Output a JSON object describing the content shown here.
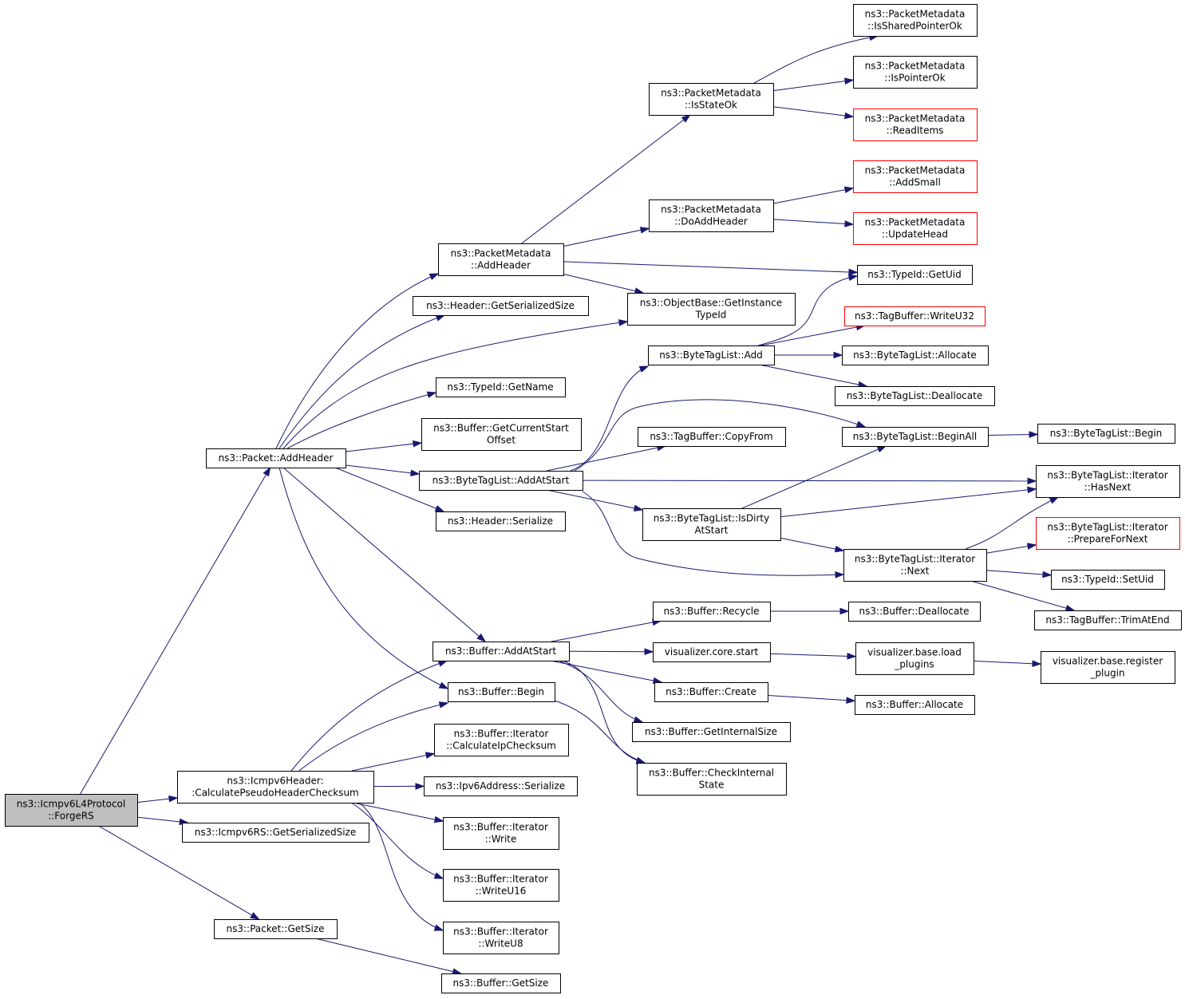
{
  "colors": {
    "edge": "#191970",
    "node_border": "#000000",
    "node_border_truncated": "#ff0000",
    "root_fill": "#bfbfbf"
  },
  "nodes": [
    {
      "id": "forgers",
      "lines": [
        "ns3::Icmpv6L4Protocol",
        "::ForgeRS"
      ],
      "style": "root"
    },
    {
      "id": "pkt_addheader",
      "lines": [
        "ns3::Packet::AddHeader"
      ],
      "style": "normal"
    },
    {
      "id": "calcpseudo",
      "lines": [
        "ns3::Icmpv6Header:",
        ":CalculatePseudoHeaderChecksum"
      ],
      "style": "normal"
    },
    {
      "id": "rs_getsersize",
      "lines": [
        "ns3::Icmpv6RS::GetSerializedSize"
      ],
      "style": "normal"
    },
    {
      "id": "pkt_getsize",
      "lines": [
        "ns3::Packet::GetSize"
      ],
      "style": "normal"
    },
    {
      "id": "pm_addheader",
      "lines": [
        "ns3::PacketMetadata",
        "::AddHeader"
      ],
      "style": "normal"
    },
    {
      "id": "hdr_getsersize",
      "lines": [
        "ns3::Header::GetSerializedSize"
      ],
      "style": "normal"
    },
    {
      "id": "typeid_getname",
      "lines": [
        "ns3::TypeId::GetName"
      ],
      "style": "normal"
    },
    {
      "id": "buf_getcurstart",
      "lines": [
        "ns3::Buffer::GetCurrentStart",
        "Offset"
      ],
      "style": "normal"
    },
    {
      "id": "btl_addatstart",
      "lines": [
        "ns3::ByteTagList::AddAtStart"
      ],
      "style": "normal"
    },
    {
      "id": "hdr_serialize",
      "lines": [
        "ns3::Header::Serialize"
      ],
      "style": "normal"
    },
    {
      "id": "buf_addatstart",
      "lines": [
        "ns3::Buffer::AddAtStart"
      ],
      "style": "normal"
    },
    {
      "id": "buf_begin",
      "lines": [
        "ns3::Buffer::Begin"
      ],
      "style": "normal"
    },
    {
      "id": "it_calcip",
      "lines": [
        "ns3::Buffer::Iterator",
        "::CalculateIpChecksum"
      ],
      "style": "normal"
    },
    {
      "id": "ipv6_serialize",
      "lines": [
        "ns3::Ipv6Address::Serialize"
      ],
      "style": "normal"
    },
    {
      "id": "it_write",
      "lines": [
        "ns3::Buffer::Iterator",
        "::Write"
      ],
      "style": "normal"
    },
    {
      "id": "it_writeu16",
      "lines": [
        "ns3::Buffer::Iterator",
        "::WriteU16"
      ],
      "style": "normal"
    },
    {
      "id": "it_writeu8",
      "lines": [
        "ns3::Buffer::Iterator",
        "::WriteU8"
      ],
      "style": "normal"
    },
    {
      "id": "buf_getsize",
      "lines": [
        "ns3::Buffer::GetSize"
      ],
      "style": "normal"
    },
    {
      "id": "pm_isstateok",
      "lines": [
        "ns3::PacketMetadata",
        "::IsStateOk"
      ],
      "style": "normal"
    },
    {
      "id": "pm_doaddheader",
      "lines": [
        "ns3::PacketMetadata",
        "::DoAddHeader"
      ],
      "style": "normal"
    },
    {
      "id": "ob_getinst",
      "lines": [
        "ns3::ObjectBase::GetInstance",
        "TypeId"
      ],
      "style": "normal"
    },
    {
      "id": "btl_add",
      "lines": [
        "ns3::ByteTagList::Add"
      ],
      "style": "normal"
    },
    {
      "id": "tb_copyfrom",
      "lines": [
        "ns3::TagBuffer::CopyFrom"
      ],
      "style": "normal"
    },
    {
      "id": "btl_isdirty",
      "lines": [
        "ns3::ByteTagList::IsDirty",
        "AtStart"
      ],
      "style": "normal"
    },
    {
      "id": "buf_recycle",
      "lines": [
        "ns3::Buffer::Recycle"
      ],
      "style": "normal"
    },
    {
      "id": "viz_core_start",
      "lines": [
        "visualizer.core.start"
      ],
      "style": "normal"
    },
    {
      "id": "buf_create",
      "lines": [
        "ns3::Buffer::Create"
      ],
      "style": "normal"
    },
    {
      "id": "buf_getinternal",
      "lines": [
        "ns3::Buffer::GetInternalSize"
      ],
      "style": "normal"
    },
    {
      "id": "buf_checkinternal",
      "lines": [
        "ns3::Buffer::CheckInternal",
        "State"
      ],
      "style": "normal"
    },
    {
      "id": "pm_issharedptr",
      "lines": [
        "ns3::PacketMetadata",
        "::IsSharedPointerOk"
      ],
      "style": "normal"
    },
    {
      "id": "pm_ispointerok",
      "lines": [
        "ns3::PacketMetadata",
        "::IsPointerOk"
      ],
      "style": "normal"
    },
    {
      "id": "pm_readitems",
      "lines": [
        "ns3::PacketMetadata",
        "::ReadItems"
      ],
      "style": "truncated"
    },
    {
      "id": "pm_addsmall",
      "lines": [
        "ns3::PacketMetadata",
        "::AddSmall"
      ],
      "style": "truncated"
    },
    {
      "id": "pm_updatehead",
      "lines": [
        "ns3::PacketMetadata",
        "::UpdateHead"
      ],
      "style": "truncated"
    },
    {
      "id": "typeid_getuid",
      "lines": [
        "ns3::TypeId::GetUid"
      ],
      "style": "normal"
    },
    {
      "id": "tb_writeu32",
      "lines": [
        "ns3::TagBuffer::WriteU32"
      ],
      "style": "truncated"
    },
    {
      "id": "btl_allocate",
      "lines": [
        "ns3::ByteTagList::Allocate"
      ],
      "style": "normal"
    },
    {
      "id": "btl_deallocate",
      "lines": [
        "ns3::ByteTagList::Deallocate"
      ],
      "style": "normal"
    },
    {
      "id": "btl_beginall",
      "lines": [
        "ns3::ByteTagList::BeginAll"
      ],
      "style": "normal"
    },
    {
      "id": "btl_it_next",
      "lines": [
        "ns3::ByteTagList::Iterator",
        "::Next"
      ],
      "style": "normal"
    },
    {
      "id": "buf_deallocate",
      "lines": [
        "ns3::Buffer::Deallocate"
      ],
      "style": "normal"
    },
    {
      "id": "viz_base_load",
      "lines": [
        "visualizer.base.load",
        "_plugins"
      ],
      "style": "normal"
    },
    {
      "id": "buf_allocate",
      "lines": [
        "ns3::Buffer::Allocate"
      ],
      "style": "normal"
    },
    {
      "id": "btl_begin",
      "lines": [
        "ns3::ByteTagList::Begin"
      ],
      "style": "normal"
    },
    {
      "id": "btl_it_hasnext",
      "lines": [
        "ns3::ByteTagList::Iterator",
        "::HasNext"
      ],
      "style": "normal"
    },
    {
      "id": "btl_it_prepare",
      "lines": [
        "ns3::ByteTagList::Iterator",
        "::PrepareForNext"
      ],
      "style": "truncated"
    },
    {
      "id": "typeid_setuid",
      "lines": [
        "ns3::TypeId::SetUid"
      ],
      "style": "normal"
    },
    {
      "id": "tb_trimatend",
      "lines": [
        "ns3::TagBuffer::TrimAtEnd"
      ],
      "style": "normal"
    },
    {
      "id": "viz_base_register",
      "lines": [
        "visualizer.base.register",
        "_plugin"
      ],
      "style": "normal"
    }
  ],
  "edges": [
    [
      "forgers",
      "pkt_addheader"
    ],
    [
      "forgers",
      "calcpseudo"
    ],
    [
      "forgers",
      "rs_getsersize"
    ],
    [
      "forgers",
      "pkt_getsize"
    ],
    [
      "pkt_addheader",
      "pm_addheader"
    ],
    [
      "pkt_addheader",
      "hdr_getsersize"
    ],
    [
      "pkt_addheader",
      "ob_getinst"
    ],
    [
      "pkt_addheader",
      "typeid_getname"
    ],
    [
      "pkt_addheader",
      "buf_getcurstart"
    ],
    [
      "pkt_addheader",
      "btl_addatstart"
    ],
    [
      "pkt_addheader",
      "hdr_serialize"
    ],
    [
      "pkt_addheader",
      "buf_addatstart"
    ],
    [
      "pkt_addheader",
      "buf_begin"
    ],
    [
      "calcpseudo",
      "buf_addatstart"
    ],
    [
      "calcpseudo",
      "buf_begin"
    ],
    [
      "calcpseudo",
      "it_calcip"
    ],
    [
      "calcpseudo",
      "ipv6_serialize"
    ],
    [
      "calcpseudo",
      "it_write"
    ],
    [
      "calcpseudo",
      "it_writeu16"
    ],
    [
      "calcpseudo",
      "it_writeu8"
    ],
    [
      "pkt_getsize",
      "buf_getsize"
    ],
    [
      "pm_addheader",
      "pm_isstateok"
    ],
    [
      "pm_addheader",
      "pm_doaddheader"
    ],
    [
      "pm_addheader",
      "typeid_getuid"
    ],
    [
      "pm_addheader",
      "ob_getinst"
    ],
    [
      "pm_isstateok",
      "pm_issharedptr"
    ],
    [
      "pm_isstateok",
      "pm_ispointerok"
    ],
    [
      "pm_isstateok",
      "pm_readitems"
    ],
    [
      "pm_doaddheader",
      "pm_addsmall"
    ],
    [
      "pm_doaddheader",
      "pm_updatehead"
    ],
    [
      "btl_addatstart",
      "btl_add"
    ],
    [
      "btl_addatstart",
      "btl_beginall"
    ],
    [
      "btl_addatstart",
      "tb_copyfrom"
    ],
    [
      "btl_addatstart",
      "btl_it_hasnext"
    ],
    [
      "btl_addatstart",
      "btl_isdirty"
    ],
    [
      "btl_addatstart",
      "btl_it_next"
    ],
    [
      "btl_add",
      "typeid_getuid"
    ],
    [
      "btl_add",
      "tb_writeu32"
    ],
    [
      "btl_add",
      "btl_allocate"
    ],
    [
      "btl_add",
      "btl_deallocate"
    ],
    [
      "btl_beginall",
      "btl_begin"
    ],
    [
      "btl_isdirty",
      "btl_beginall"
    ],
    [
      "btl_isdirty",
      "btl_it_hasnext"
    ],
    [
      "btl_isdirty",
      "btl_it_next"
    ],
    [
      "btl_it_next",
      "btl_it_hasnext"
    ],
    [
      "btl_it_next",
      "btl_it_prepare"
    ],
    [
      "btl_it_next",
      "typeid_setuid"
    ],
    [
      "btl_it_next",
      "tb_trimatend"
    ],
    [
      "buf_addatstart",
      "buf_recycle"
    ],
    [
      "buf_addatstart",
      "viz_core_start"
    ],
    [
      "buf_addatstart",
      "buf_create"
    ],
    [
      "buf_addatstart",
      "buf_getinternal"
    ],
    [
      "buf_addatstart",
      "buf_checkinternal"
    ],
    [
      "buf_begin",
      "buf_checkinternal"
    ],
    [
      "buf_recycle",
      "buf_deallocate"
    ],
    [
      "viz_core_start",
      "viz_base_load"
    ],
    [
      "viz_base_load",
      "viz_base_register"
    ],
    [
      "buf_create",
      "buf_allocate"
    ]
  ]
}
